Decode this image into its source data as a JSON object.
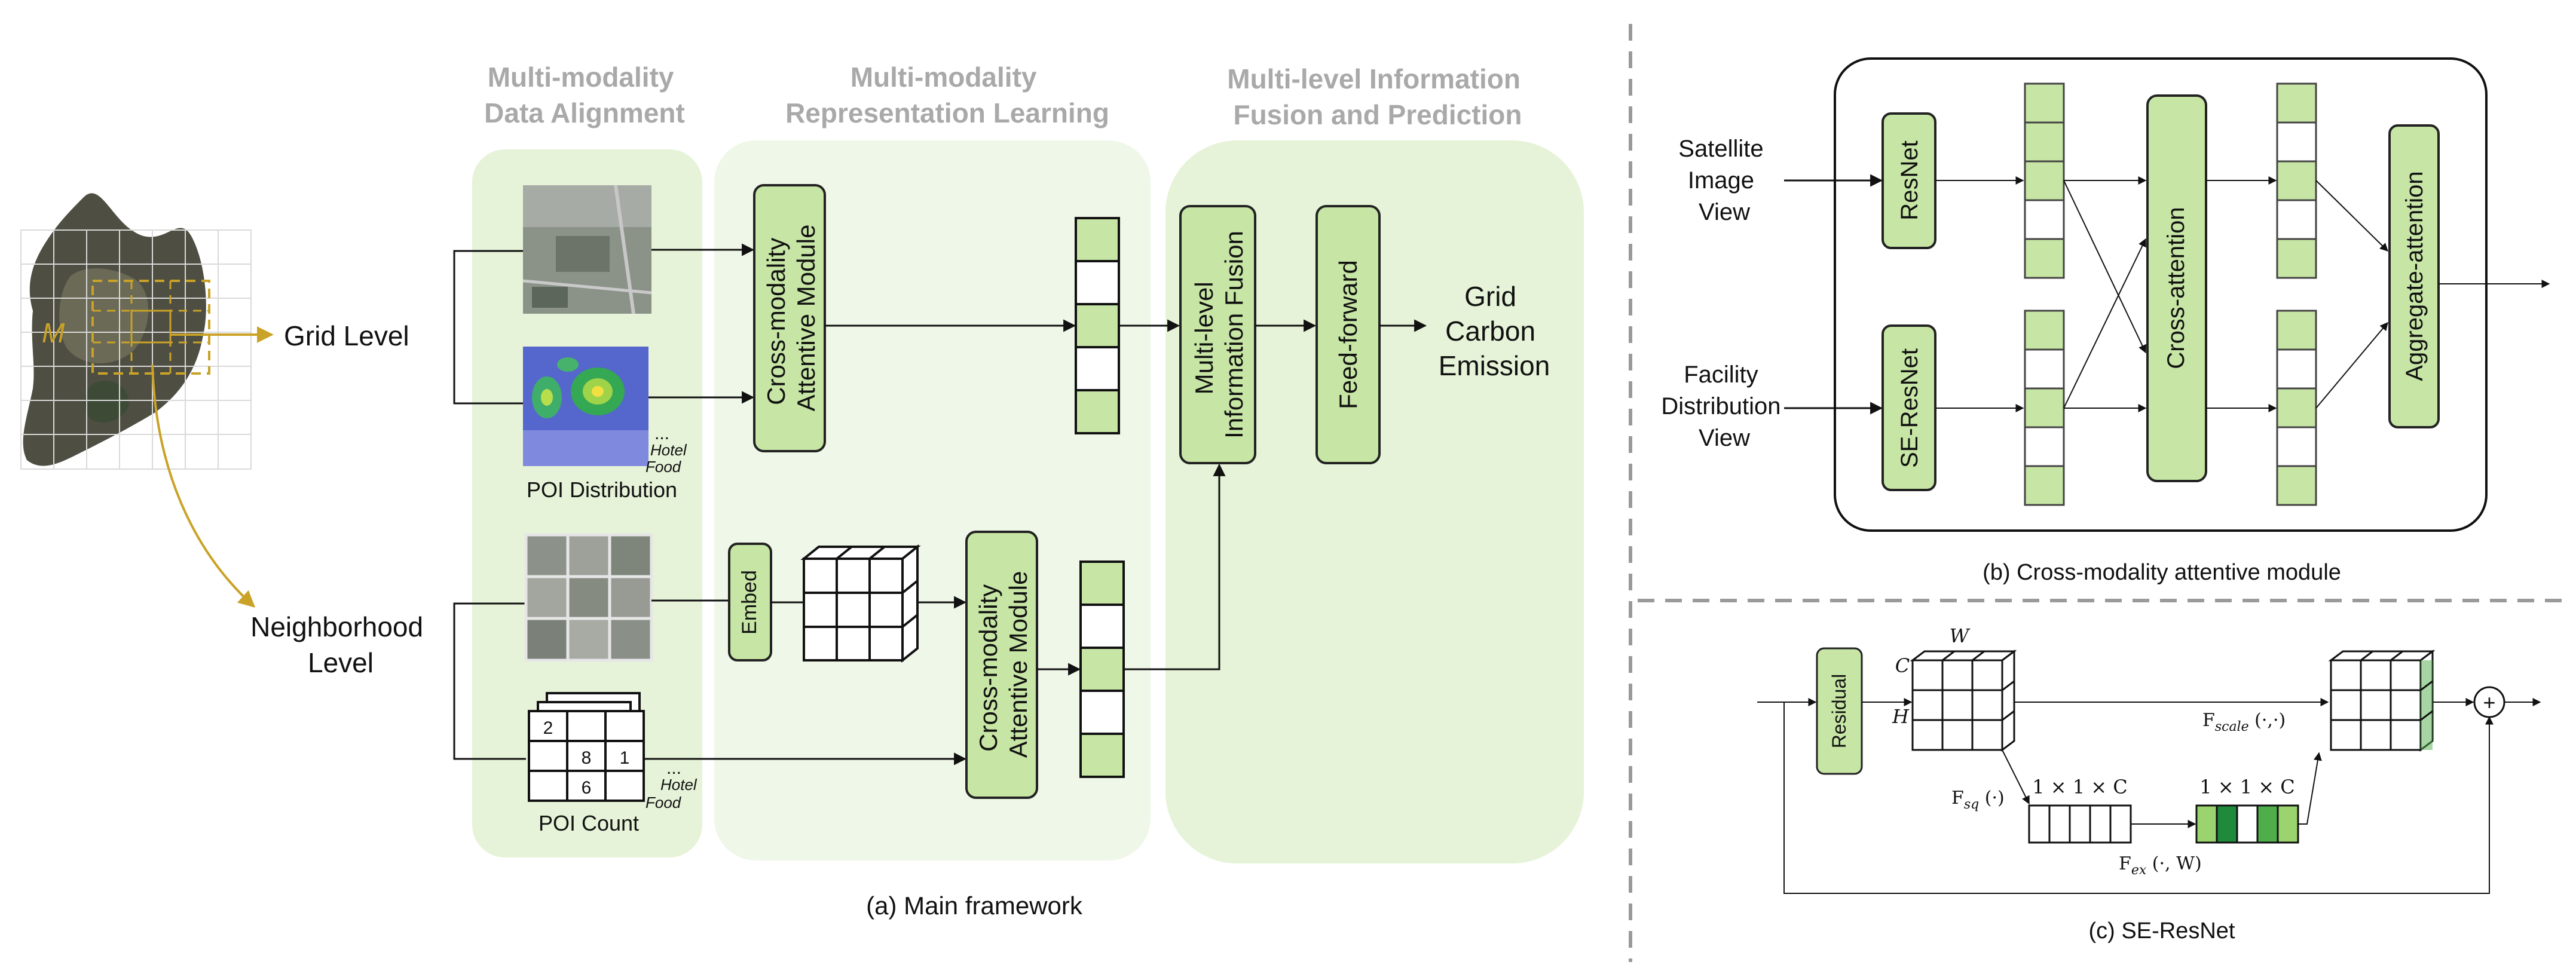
{
  "colors": {
    "panel_green": "#e6f3d8",
    "panel_green_light": "#eff7e8",
    "module_fill": "#c7e6a5",
    "module_stroke": "#222222",
    "header_gray": "#a9a9a9",
    "arrow_gold": "#c9a227",
    "dark_green": "#1f8a3c",
    "mid_green": "#4fae4a",
    "light_green": "#9bd36f",
    "divider_gray": "#9a9a9a"
  },
  "main": {
    "stage1_title": [
      "Multi-modality",
      "Data Alignment"
    ],
    "stage2_title": [
      "Multi-modality",
      "Representation Learning"
    ],
    "stage3_title": [
      "Multi-level Information",
      "Fusion and Prediction"
    ],
    "map_label": "M",
    "grid_level": "Grid Level",
    "neighborhood_level": [
      "Neighborhood",
      "Level"
    ],
    "poi_distribution": "POI Distribution",
    "poi_count": "POI Count",
    "hotel_label": "Hotel",
    "food_label": "Food",
    "ellipsis": "...",
    "count_values": [
      "2",
      "8",
      "1",
      "6"
    ],
    "embed": "Embed",
    "cross_modality_module": [
      "Cross-modality",
      "Attentive Module"
    ],
    "fusion_module": [
      "Multi-level",
      "Information Fusion"
    ],
    "feed_forward": "Feed-forward",
    "output": [
      "Grid",
      "Carbon",
      "Emission"
    ],
    "caption": "(a) Main framework"
  },
  "cross_attn": {
    "satellite_view": [
      "Satellite",
      "Image",
      "View"
    ],
    "facility_view": [
      "Facility",
      "Distribution",
      "View"
    ],
    "resnet": "ResNet",
    "se_resnet": "SE-ResNet",
    "cross_attention": "Cross-attention",
    "aggregate_attention": "Aggregate-attention",
    "caption": "(b) Cross-modality attentive module"
  },
  "se_resnet": {
    "residual": "Residual",
    "w_label": "W",
    "c_label": "C",
    "h_label": "H",
    "dims": "1 × 1 × C",
    "f_sq": "F",
    "f_sq_sub": "sq",
    "f_sq_arg": " (·)",
    "f_ex": "F",
    "f_ex_sub": "ex",
    "f_ex_arg": " (·, W)",
    "f_scale": "F",
    "f_scale_sub": "scale",
    "f_scale_arg": " (·,·)",
    "plus": "+",
    "caption": "(c) SE-ResNet"
  }
}
